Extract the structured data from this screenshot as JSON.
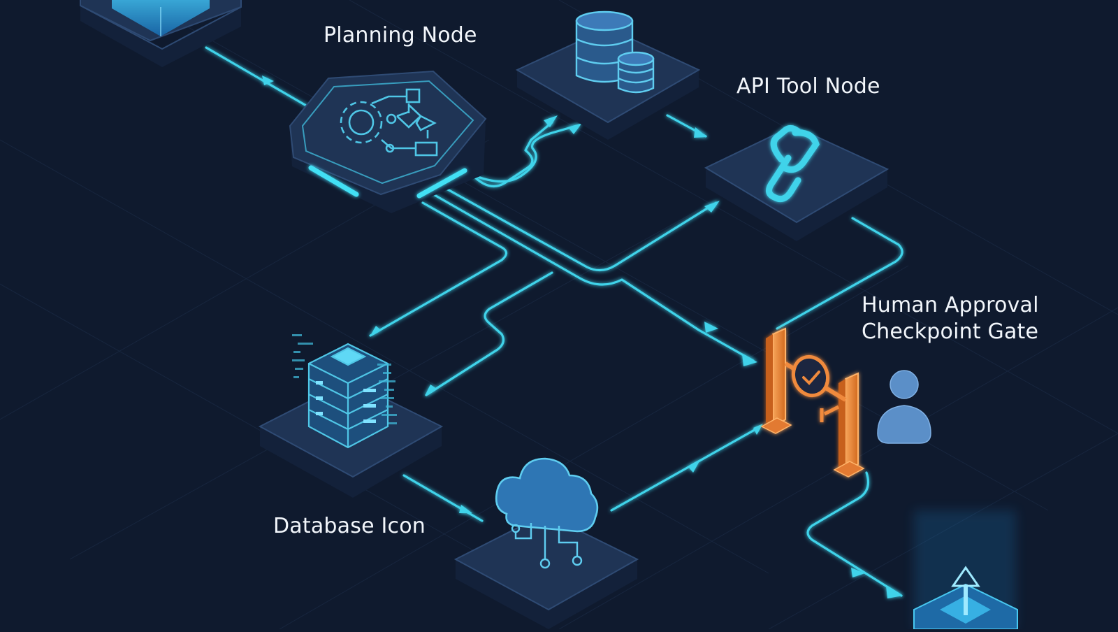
{
  "labels": {
    "planning_node": "Planning Node",
    "api_tool_node": "API Tool Node",
    "human_approval_line1": "Human Approval",
    "human_approval_line2": "Checkpoint Gate",
    "database_icon": "Database Icon"
  },
  "colors": {
    "background": "#0f1a2e",
    "connector": "#3fd3ea",
    "node_top": "#1f3455",
    "node_side": "#13213a",
    "icon": "#4fc6e6",
    "gate": "#f08a3c",
    "person": "#5b8fc8",
    "label_text": "#f2f6fb"
  },
  "icons": {
    "input_node": "cube-icon",
    "planning_node": "flowchart-gear-icon",
    "storage_node": "database-stack-icon",
    "api_tool_node": "chain-link-icon",
    "server_node": "server-rack-icon",
    "cloud_node": "cloud-network-icon",
    "gate": "checkpoint-gate-icon",
    "person": "person-icon",
    "output_node": "output-arrow-cube-icon"
  }
}
